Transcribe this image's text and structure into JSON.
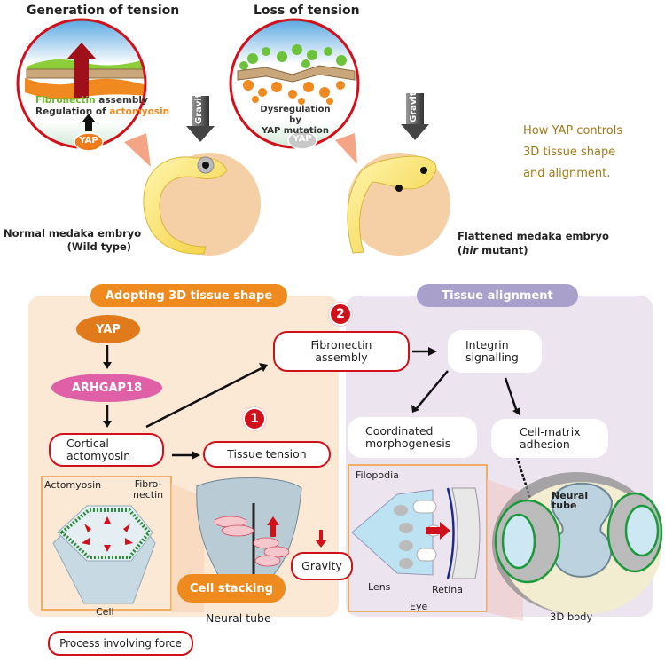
{
  "top": {
    "left_panel": {
      "title": "Generation of tension",
      "inset_line1_green": "Fibronectin",
      "inset_line1_rest": " assembly",
      "inset_line2_dark": "Regulation of ",
      "inset_line2_orange": "actomyosin",
      "yap_label": "YAP",
      "gravity_label": "Gravity",
      "embryo_label_line1": "Normal medaka embryo",
      "embryo_label_line2": "(Wild type)"
    },
    "right_panel": {
      "title": "Loss of tension",
      "inset_line1": "Dysregulation by",
      "inset_line2": "YAP mutation",
      "yap_label": "YAP",
      "gravity_label": "Gravity",
      "embryo_label_line1": "Flattened medaka embryo",
      "embryo_label_line2_prefix": "(",
      "embryo_label_line2_italic": "hir",
      "embryo_label_line2_suffix": " mutant)"
    },
    "caption": [
      "How YAP controls",
      "3D tissue shape",
      "and alignment."
    ]
  },
  "shape_section": {
    "header": "Adopting 3D tissue shape",
    "yap": "YAP",
    "arhgap18": "ARHGAP18",
    "cortical_actomyosin": [
      "Cortical",
      "actomyosin"
    ],
    "tissue_tension": "Tissue tension",
    "fibronectin_assembly": [
      "Fibronectin",
      "assembly"
    ],
    "marker_1": "1",
    "marker_2": "2",
    "cell_inset": {
      "actomyosin_label": "Actomyosin",
      "fibronectin_label": [
        "Fibro-",
        "nectin"
      ],
      "cell_label": "Cell"
    },
    "neural_tube_label": "Neural tube",
    "cell_stacking": "Cell stacking",
    "gravity": "Gravity"
  },
  "alignment_section": {
    "header": "Tissue alignment",
    "integrin_signalling": [
      "Integrin",
      "signalling"
    ],
    "coordinated_morphogenesis": [
      "Coordinated",
      "morphogenesis"
    ],
    "cell_matrix_adhesion": [
      "Cell-matrix",
      "adhesion"
    ],
    "eye_inset": {
      "filopodia": "Filopodia",
      "lens": "Lens",
      "retina": "Retina",
      "eye": "Eye"
    },
    "body_neural_tube": [
      "Neural",
      "tube"
    ],
    "body_label": "3D body"
  },
  "legend": {
    "process_force": "Process involving force"
  },
  "colors": {
    "accent_red": "#d0101a",
    "orange": "#ee8a1e",
    "purple_header": "#a9a0cc",
    "pink": "#e060a8",
    "caption_gold": "#a07a1a",
    "shape_bg": "#fbe9d6",
    "alignment_bg": "#ece4ef"
  }
}
